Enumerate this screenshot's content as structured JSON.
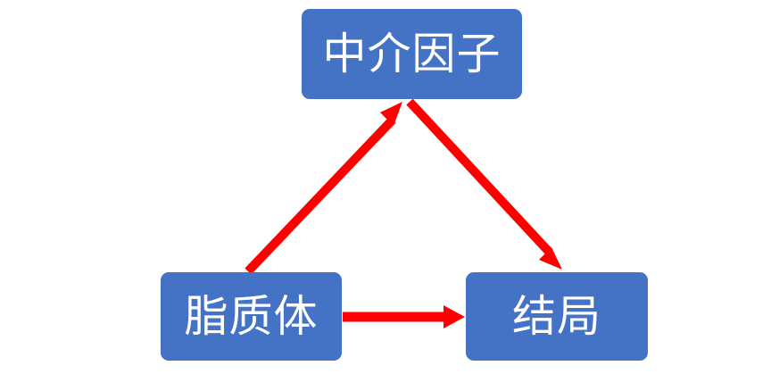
{
  "diagram": {
    "type": "mediation-model",
    "background_color": "#ffffff",
    "node_color": "#4472c4",
    "node_text_color": "#ffffff",
    "arrow_color": "#ff0000",
    "nodes": [
      {
        "id": "mediator",
        "label": "中介因子",
        "role": "mediator"
      },
      {
        "id": "exposure",
        "label": "脂质体",
        "role": "independent-variable"
      },
      {
        "id": "outcome",
        "label": "结局",
        "role": "dependent-variable"
      }
    ],
    "edges": [
      {
        "id": "exposure-to-mediator",
        "from": "脂质体",
        "to": "中介因子",
        "direction": "up-right"
      },
      {
        "id": "mediator-to-outcome",
        "from": "中介因子",
        "to": "结局",
        "direction": "down-right"
      },
      {
        "id": "exposure-to-outcome",
        "from": "脂质体",
        "to": "结局",
        "direction": "right"
      }
    ]
  }
}
